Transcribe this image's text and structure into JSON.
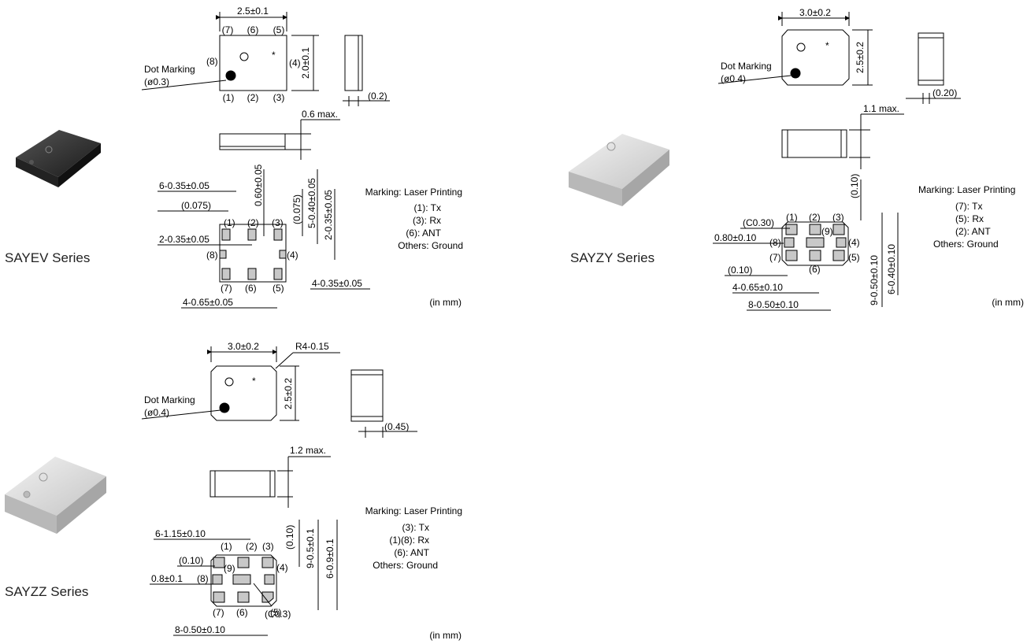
{
  "sayev": {
    "series_name": "SAYEV Series",
    "dim_width": "2.5±0.1",
    "dim_height": "2.0±0.1",
    "dot_marking": "Dot Marking",
    "dot_size": "(ø0.3)",
    "pins_top": [
      "(7)",
      "(6)",
      "(5)"
    ],
    "pins_bottom": [
      "(1)",
      "(2)",
      "(3)"
    ],
    "pin_left": "(8)",
    "pin_right": "(4)",
    "side_gap": "(0.2)",
    "max_height": "0.6 max.",
    "pad_dims": {
      "d1": "6-0.35±0.05",
      "d2": "(0.075)",
      "d3": "0.60±0.05",
      "d4": "(0.075)",
      "d5": "5-0.40±0.05",
      "d6": "2-0.35±0.05",
      "d7": "2-0.35±0.05",
      "d8": "4-0.35±0.05",
      "d9": "4-0.65±0.05"
    },
    "marking_title": "Marking: Laser Printing",
    "legend": [
      "(1): Tx",
      "(3): Rx",
      "(6): ANT",
      "Others: Ground"
    ],
    "unit": "(in mm)"
  },
  "sayzy": {
    "series_name": "SAYZY Series",
    "dim_width": "3.0±0.2",
    "dim_height": "2.5±0.2",
    "dot_marking": "Dot Marking",
    "dot_size": "(ø0.4)",
    "side_gap": "(0.20)",
    "max_height": "1.1 max.",
    "pad_dims": {
      "d1": "(0.10)",
      "d2": "(C0.30)",
      "d3": "0.80±0.10",
      "d4": "(0.10)",
      "d5": "4-0.65±0.10",
      "d6": "8-0.50±0.10",
      "d7": "9-0.50±0.10",
      "d8": "6-0.40±0.10"
    },
    "pins": [
      "(1)",
      "(2)",
      "(3)",
      "(9)",
      "(8)",
      "(4)",
      "(7)",
      "(6)",
      "(5)"
    ],
    "marking_title": "Marking: Laser Printing",
    "legend": [
      "(7): Tx",
      "(5): Rx",
      "(2): ANT",
      "Others: Ground"
    ],
    "unit": "(in mm)"
  },
  "sayzz": {
    "series_name": "SAYZZ Series",
    "dim_width": "3.0±0.2",
    "dim_height": "2.5±0.2",
    "corner": "R4-0.15",
    "dot_marking": "Dot Marking",
    "dot_size": "(ø0.4)",
    "side_gap": "(0.45)",
    "max_height": "1.2 max.",
    "pad_dims": {
      "d1": "6-1.15±0.10",
      "d2": "(0.10)",
      "d3": "9-0.5±0.1",
      "d4": "6-0.9±0.1",
      "d5": "(0.10)",
      "d6": "0.8±0.1",
      "d7": "(C0.3)",
      "d8": "8-0.50±0.10"
    },
    "pins": [
      "(1)",
      "(2)",
      "(3)",
      "(9)",
      "(8)",
      "(4)",
      "(7)",
      "(6)",
      "(5)"
    ],
    "marking_title": "Marking: Laser Printing",
    "legend": [
      "(3): Tx",
      "(1)(8): Rx",
      "(6): ANT",
      "Others: Ground"
    ],
    "unit": "(in mm)"
  },
  "colors": {
    "ink": "#000000",
    "pad_fill": "#c8c8c8",
    "grey_pkg": "#d9d9d9",
    "dark_pkg": "#2a2a2a"
  }
}
